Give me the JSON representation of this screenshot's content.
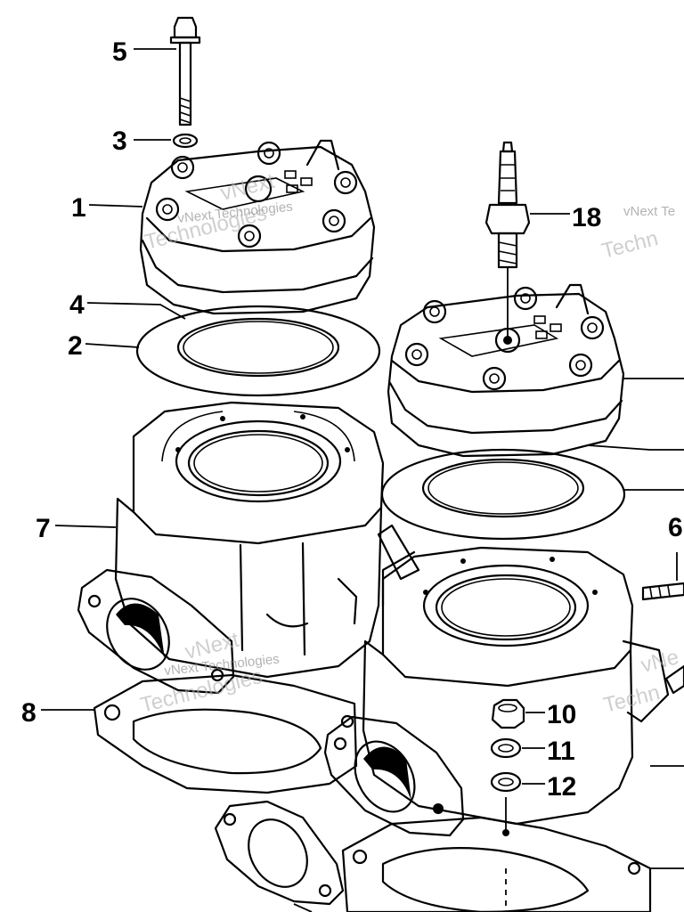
{
  "callouts": {
    "c1": "1",
    "c2": "2",
    "c3": "3",
    "c4": "4",
    "c5": "5",
    "c6": "6",
    "c7": "7",
    "c8": "8",
    "c10": "10",
    "c11": "11",
    "c12": "12",
    "c18": "18"
  },
  "watermark": {
    "brand_line1": "vNext",
    "brand_line2": "Technologies",
    "brand_combined": "vNext Technologies",
    "right_partial_1": "vNext Te",
    "right_partial_2": "Techn",
    "right_partial_3": "vNe",
    "right_partial_4": "Techn"
  },
  "colors": {
    "ink": "#000000",
    "paper": "#ffffff",
    "watermark": "#9a9a9a"
  }
}
